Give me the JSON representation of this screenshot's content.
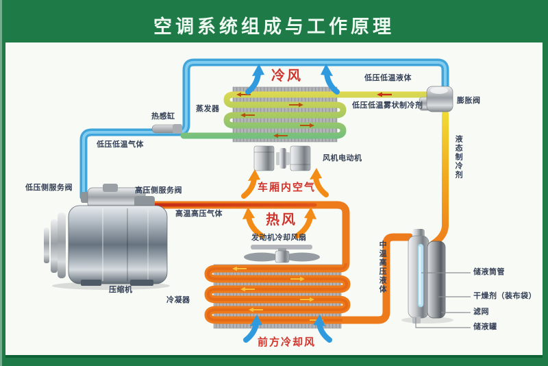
{
  "title": "空调系统组成与工作原理",
  "airflow": {
    "cold_air": "冷风",
    "cabin_air": "车厢内空气",
    "hot_air": "热风",
    "front_cooling_air": "前方冷却风"
  },
  "components": {
    "evaporator": "蒸发器",
    "heat_sensing_cylinder": "热感缸",
    "expansion_valve": "膨胀阀",
    "blower_motor": "风机电动机",
    "engine_cooling_fan": "发动机冷却风扇",
    "compressor": "压缩机",
    "condenser": "冷凝器",
    "low_side_service_valve": "低压侧服务阀",
    "high_side_service_valve": "高压侧服务阀",
    "receiver_tube": "储液筒管",
    "desiccant_bag": "干燥剂（装布袋）",
    "filter_screen": "滤网",
    "receiver_tank": "储液罐"
  },
  "states": {
    "lp_lt_liquid": "低压低温液体",
    "lp_lt_mist": "低压低温雾状制冷剂",
    "lp_lt_gas": "低压低温气体",
    "ht_hp_gas": "高温高压气体",
    "liquid_refrigerant": "液态制冷剂",
    "mt_hp_liquid": "中温高压液体"
  },
  "colors": {
    "frame_green": "#1e7a47",
    "panel_white": "#f8faf6",
    "suction_pipe_blue": "#3fa5da",
    "liquid_pipe_yellow": "#efe23a",
    "hot_pipe_orange": "#ee7b1b",
    "hot_pipe_red": "#c42a16",
    "evap_coil_green": "#76c17f",
    "label_dark": "#333f55",
    "label_red": "#cf352c"
  }
}
